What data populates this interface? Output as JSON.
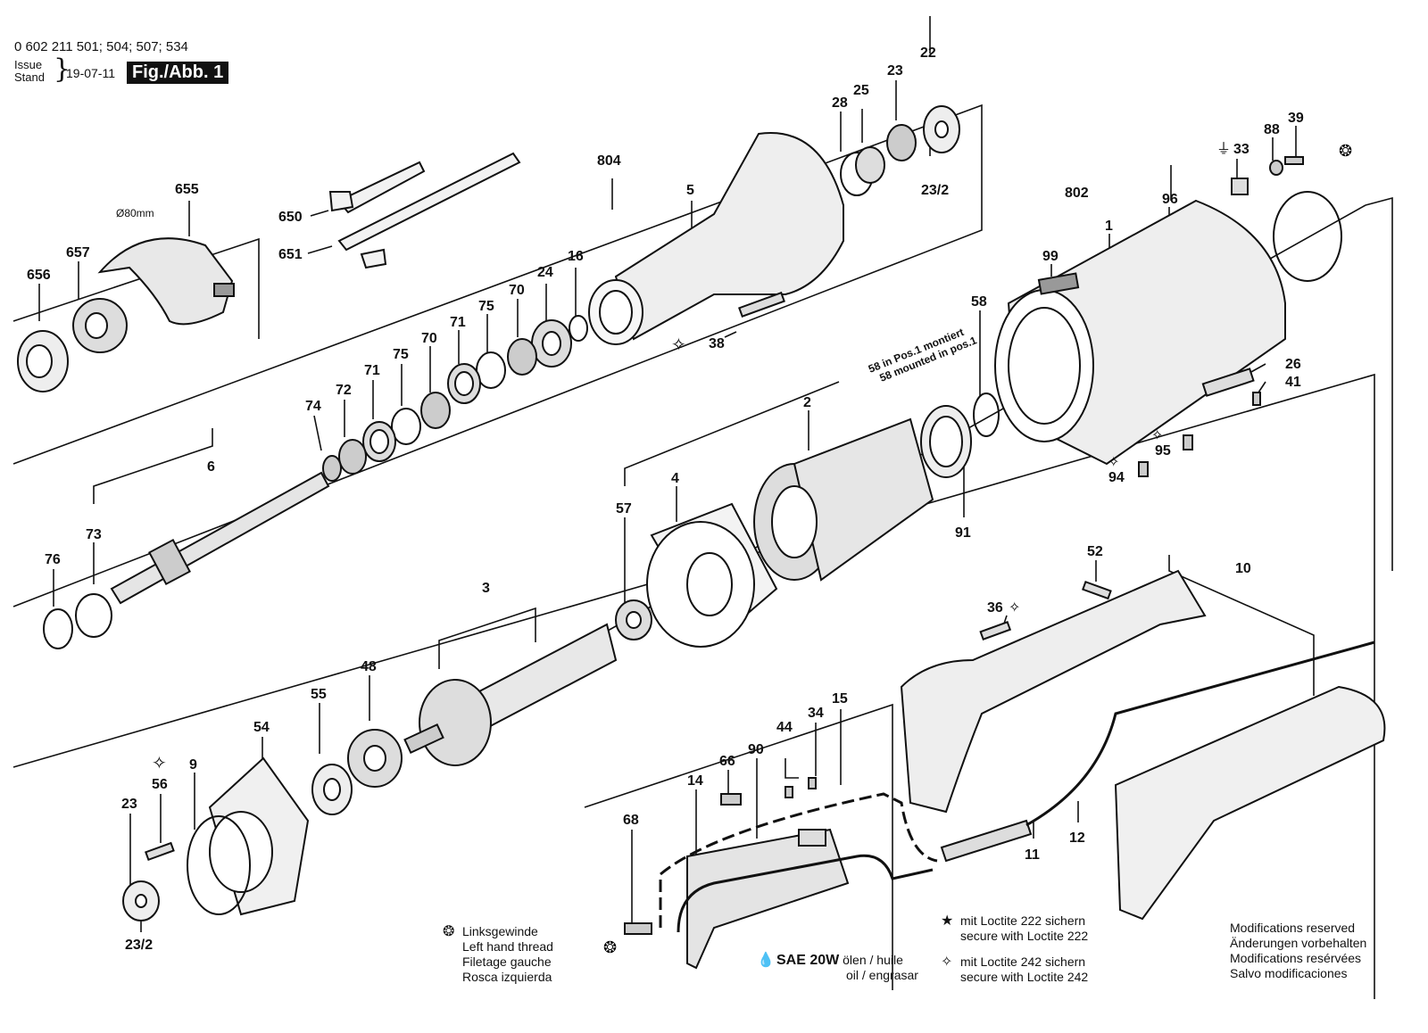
{
  "header": {
    "part_numbers": "0 602 211 501; 504; 507; 534",
    "issue_label": "Issue",
    "stand_label": "Stand",
    "date": "19-07-11",
    "figure": "Fig./Abb. 1"
  },
  "labels": {
    "l655": "655",
    "l657": "657",
    "l656": "656",
    "dia80": "Ø80mm",
    "l650": "650",
    "l651": "651",
    "l804": "804",
    "l5": "5",
    "l28": "28",
    "l25": "25",
    "l23a": "23",
    "l22": "22",
    "l232a": "23/2",
    "l16": "16",
    "l24": "24",
    "l70a": "70",
    "l75a": "75",
    "l71a": "71",
    "l70b": "70",
    "l75b": "75",
    "l71b": "71",
    "l72": "72",
    "l74": "74",
    "l6": "6",
    "l73": "73",
    "l76": "76",
    "l38": "38",
    "l802": "802",
    "l96": "96",
    "l1": "1",
    "l99": "99",
    "l58": "58",
    "l33": "33",
    "l88": "88",
    "l39": "39",
    "l26": "26",
    "l41": "41",
    "l95": "95",
    "l94": "94",
    "l2": "2",
    "l91": "91",
    "l4": "4",
    "l57": "57",
    "l3": "3",
    "l48": "48",
    "l55": "55",
    "l54": "54",
    "l9": "9",
    "l56": "56",
    "l23b": "23",
    "l232b": "23/2",
    "l52": "52",
    "l10": "10",
    "l36": "36",
    "l66": "66",
    "l90": "90",
    "l44": "44",
    "l34": "34",
    "l15": "15",
    "l14": "14",
    "l68": "68",
    "l11": "11",
    "l12": "12"
  },
  "note": {
    "line1": "58 in Pos.1 montiert",
    "line2": "58 mounted in pos.1"
  },
  "legend_thread": {
    "line1": "Linksgewinde",
    "line2": "Left hand thread",
    "line3": "Filetage gauche",
    "line4": "Rosca izquierda"
  },
  "legend_oil": {
    "sae": "SAE 20W",
    "line1": "ölen / huile",
    "line2": "oil / engrasar"
  },
  "legend_loctite222": {
    "line1": "mit Loctite 222 sichern",
    "line2": "secure with Loctite 222"
  },
  "legend_loctite242": {
    "line1": "mit Loctite 242 sichern",
    "line2": "secure with Loctite 242"
  },
  "modifications": {
    "line1": "Modifications reserved",
    "line2": "Änderungen vorbehalten",
    "line3": "Modifications resérvées",
    "line4": "Salvo modificaciones"
  }
}
